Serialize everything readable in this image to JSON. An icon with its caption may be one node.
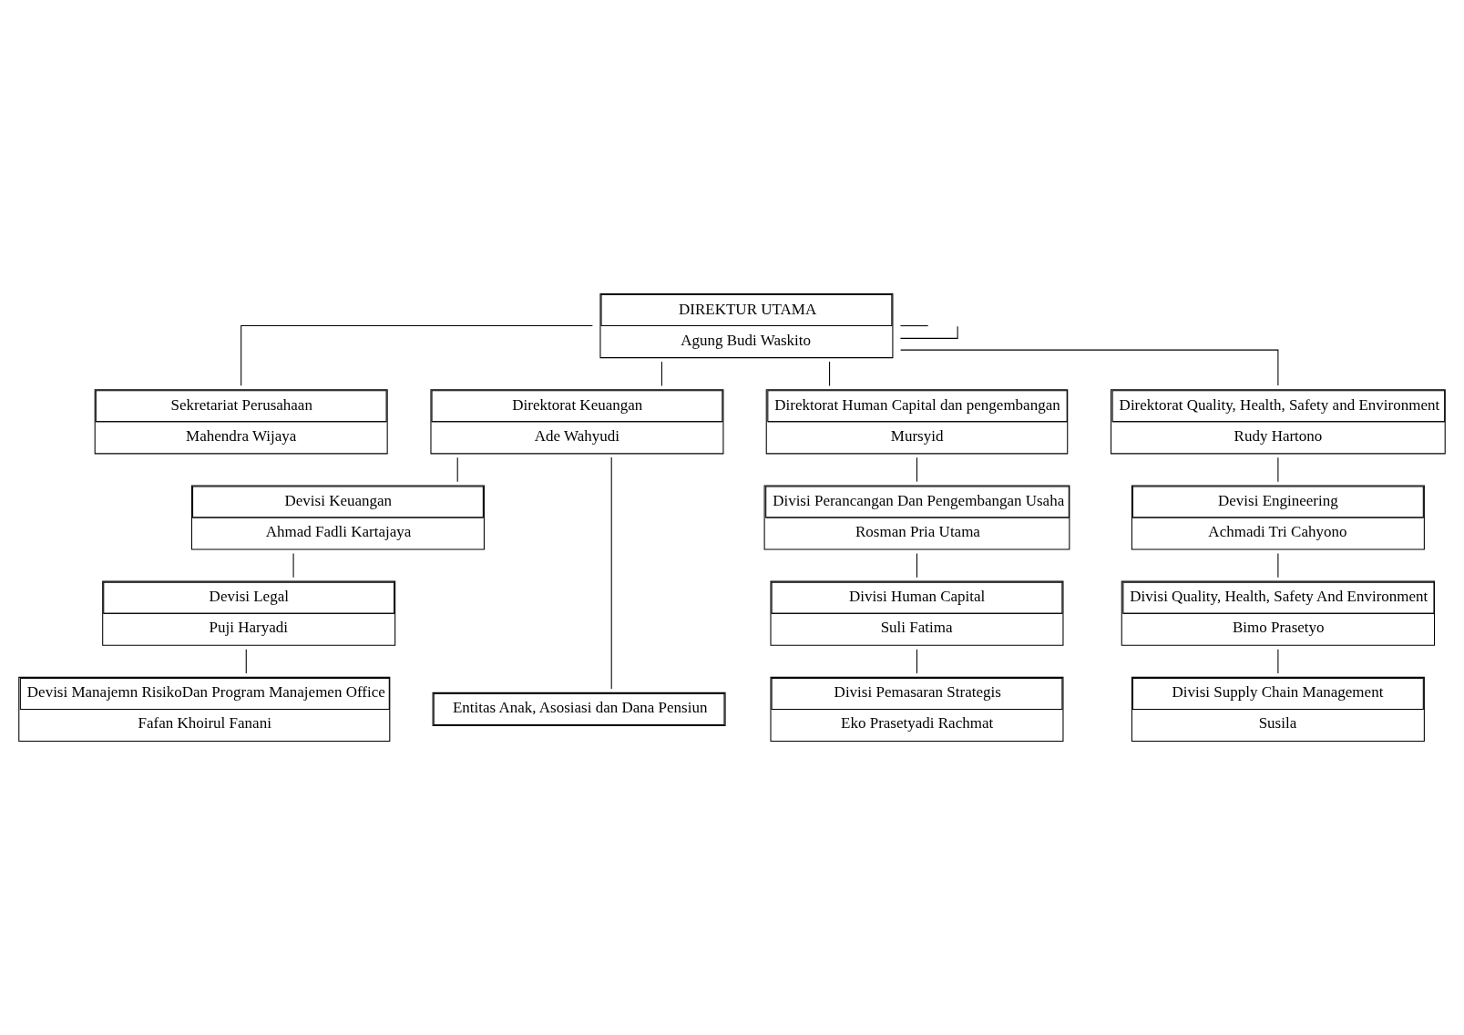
{
  "diagram": {
    "nodes": [
      {
        "text": [
          "DIREKTUR UTAMA",
          "Agung Budi Waskito"
        ]
      },
      {
        "text": [
          "Sekretariat Perusahaan",
          "Mahendra Wijaya"
        ]
      },
      {
        "text": [
          "Direktorat Keuangan",
          "Ade Wahyudi"
        ]
      },
      {
        "text": [
          "Direktorat Human Capital dan pengembangan",
          "Mursyid"
        ]
      },
      {
        "text": [
          "Direktorat Quality, Health, Safety and Environment",
          "Rudy Hartono"
        ]
      },
      {
        "text": [
          "Devisi Keuangan",
          "Ahmad Fadli Kartajaya"
        ]
      },
      {
        "text": [
          "Devisi Legal",
          "Puji Haryadi"
        ]
      },
      {
        "text": [
          "Devisi Manajemn RisikoDan Program Manajemen Office",
          "Fafan Khoirul Fanani"
        ]
      },
      {
        "text": [
          "Divisi Perancangan Dan Pengembangan Usaha",
          "Rosman Pria Utama"
        ]
      },
      {
        "text": [
          "Divisi Human Capital",
          "Suli Fatima"
        ]
      },
      {
        "text": [
          "Divisi Pemasaran Strategis",
          "Eko Prasetyadi Rachmat"
        ]
      },
      {
        "text": [
          "Devisi Engineering",
          "Achmadi Tri Cahyono"
        ]
      },
      {
        "text": [
          "Divisi Quality, Health, Safety And Environment",
          "Bimo Prasetyo"
        ]
      },
      {
        "text": [
          "Divisi Supply Chain Management",
          "Susila"
        ]
      },
      {
        "text": [
          "Entitas Anak, Asosiasi dan Dana Pensiun"
        ]
      }
    ],
    "edges": [
      {
        "from": 0,
        "to": 1,
        "arrow": "none"
      },
      {
        "from": 0,
        "to": null,
        "arrow": "none"
      },
      {
        "from": 0,
        "to": 2,
        "arrow": "none"
      },
      {
        "from": 0,
        "to": 3,
        "arrow": "none"
      },
      {
        "from": 0,
        "to": 4,
        "arrow": "none"
      },
      {
        "from": 0,
        "to": null,
        "arrow": "none"
      },
      {
        "from": 2,
        "to": 5,
        "arrow": "none"
      },
      {
        "from": 5,
        "to": 6,
        "arrow": "none"
      },
      {
        "from": 6,
        "to": 7,
        "arrow": "none"
      },
      {
        "from": 3,
        "to": 8,
        "arrow": "none"
      },
      {
        "from": 8,
        "to": 9,
        "arrow": "none"
      },
      {
        "from": 9,
        "to": 10,
        "arrow": "none"
      },
      {
        "from": 4,
        "to": 11,
        "arrow": "none"
      },
      {
        "from": 11,
        "to": 12,
        "arrow": "none"
      },
      {
        "from": 12,
        "to": 13,
        "arrow": "none"
      },
      {
        "from": 2,
        "to": 14,
        "arrow": "none"
      }
    ]
  }
}
